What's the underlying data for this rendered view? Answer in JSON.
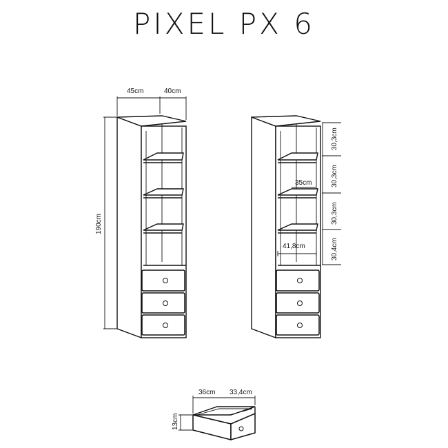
{
  "title": "PIXEL PX 6",
  "left_view": {
    "width": "45cm",
    "depth": "40cm",
    "height": "190cm"
  },
  "right_view": {
    "compartments": [
      "30,3cm",
      "30,3cm",
      "30,3cm",
      "30,4cm"
    ],
    "shelf_depth": "35cm",
    "inner_width": "41,8cm"
  },
  "drawer": {
    "width": "36cm",
    "depth": "33,4cm",
    "height": "13cm"
  }
}
